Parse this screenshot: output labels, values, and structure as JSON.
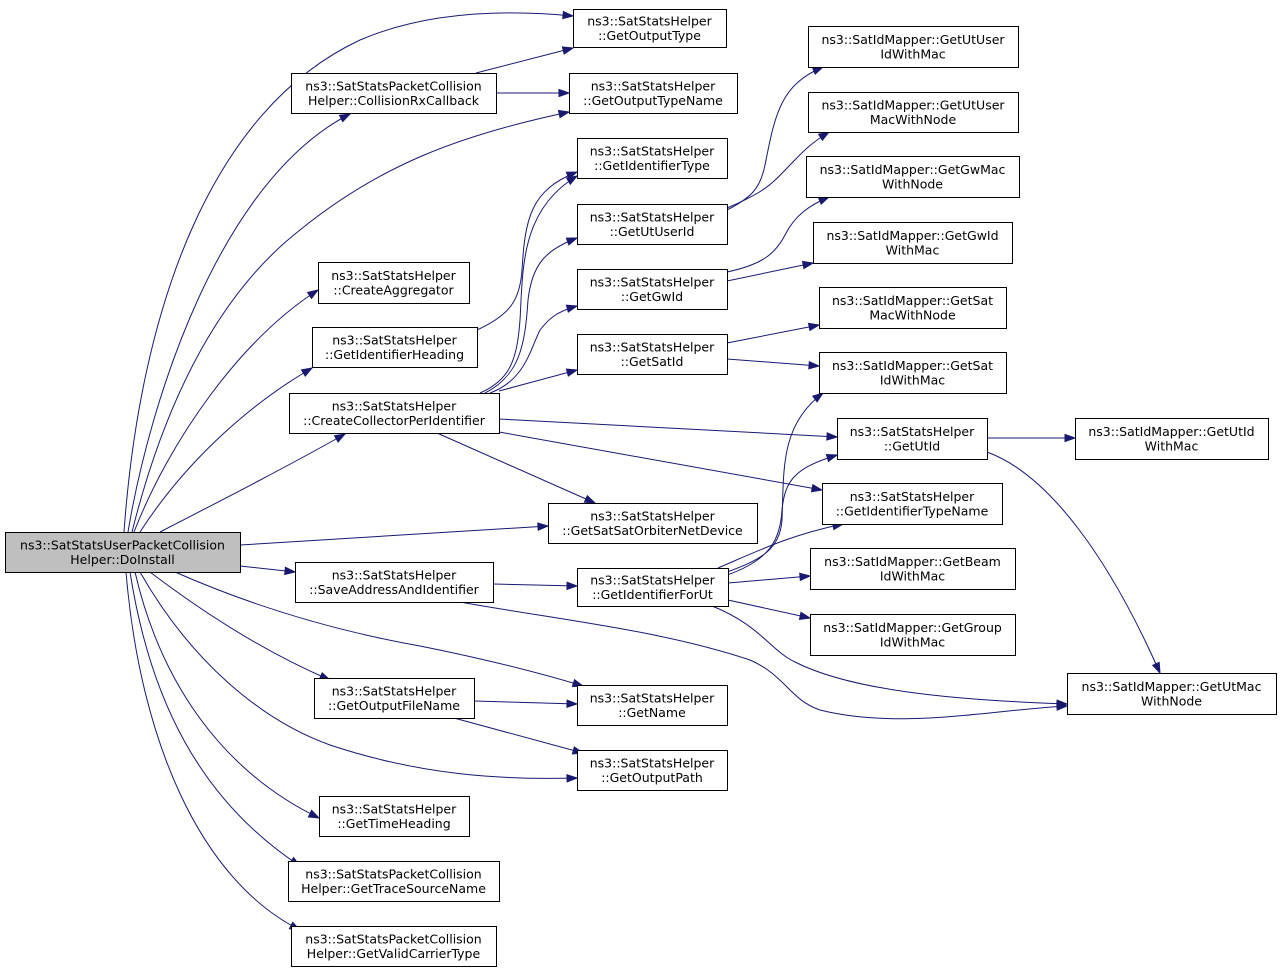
{
  "colors": {
    "edge": "#191970",
    "node_border": "#000000",
    "root_fill": "#bfbfbf",
    "node_fill": "#ffffff"
  },
  "nodes": [
    {
      "id": "root",
      "lines": [
        "ns3::SatStatsUserPacketCollision",
        "Helper::DoInstall"
      ]
    },
    {
      "id": "getOutputType",
      "lines": [
        "ns3::SatStatsHelper",
        "::GetOutputType"
      ]
    },
    {
      "id": "collisionRxCallback",
      "lines": [
        "ns3::SatStatsPacketCollision",
        "Helper::CollisionRxCallback"
      ]
    },
    {
      "id": "getOutputTypeName",
      "lines": [
        "ns3::SatStatsHelper",
        "::GetOutputTypeName"
      ]
    },
    {
      "id": "getIdentifierType",
      "lines": [
        "ns3::SatStatsHelper",
        "::GetIdentifierType"
      ]
    },
    {
      "id": "getUtUserId",
      "lines": [
        "ns3::SatStatsHelper",
        "::GetUtUserId"
      ]
    },
    {
      "id": "getGwId",
      "lines": [
        "ns3::SatStatsHelper",
        "::GetGwId"
      ]
    },
    {
      "id": "getSatId",
      "lines": [
        "ns3::SatStatsHelper",
        "::GetSatId"
      ]
    },
    {
      "id": "createAggregator",
      "lines": [
        "ns3::SatStatsHelper",
        "::CreateAggregator"
      ]
    },
    {
      "id": "getIdentifierHeading",
      "lines": [
        "ns3::SatStatsHelper",
        "::GetIdentifierHeading"
      ]
    },
    {
      "id": "createCollectorPerIdentifier",
      "lines": [
        "ns3::SatStatsHelper",
        "::CreateCollectorPerIdentifier"
      ]
    },
    {
      "id": "getSatSatOrbiterNetDevice",
      "lines": [
        "ns3::SatStatsHelper",
        "::GetSatSatOrbiterNetDevice"
      ]
    },
    {
      "id": "saveAddressAndIdentifier",
      "lines": [
        "ns3::SatStatsHelper",
        "::SaveAddressAndIdentifier"
      ]
    },
    {
      "id": "getIdentifierForUt",
      "lines": [
        "ns3::SatStatsHelper",
        "::GetIdentifierForUt"
      ]
    },
    {
      "id": "getOutputFileName",
      "lines": [
        "ns3::SatStatsHelper",
        "::GetOutputFileName"
      ]
    },
    {
      "id": "getName",
      "lines": [
        "ns3::SatStatsHelper",
        "::GetName"
      ]
    },
    {
      "id": "getOutputPath",
      "lines": [
        "ns3::SatStatsHelper",
        "::GetOutputPath"
      ]
    },
    {
      "id": "getTimeHeading",
      "lines": [
        "ns3::SatStatsHelper",
        "::GetTimeHeading"
      ]
    },
    {
      "id": "getTraceSourceName",
      "lines": [
        "ns3::SatStatsPacketCollision",
        "Helper::GetTraceSourceName"
      ]
    },
    {
      "id": "getValidCarrierType",
      "lines": [
        "ns3::SatStatsPacketCollision",
        "Helper::GetValidCarrierType"
      ]
    },
    {
      "id": "mapUtUserIdWithMac",
      "lines": [
        "ns3::SatIdMapper::GetUtUser",
        "IdWithMac"
      ]
    },
    {
      "id": "mapUtUserMacWithNode",
      "lines": [
        "ns3::SatIdMapper::GetUtUser",
        "MacWithNode"
      ]
    },
    {
      "id": "mapGwMacWithNode",
      "lines": [
        "ns3::SatIdMapper::GetGwMac",
        "WithNode"
      ]
    },
    {
      "id": "mapGwIdWithMac",
      "lines": [
        "ns3::SatIdMapper::GetGwId",
        "WithMac"
      ]
    },
    {
      "id": "mapSatMacWithNode",
      "lines": [
        "ns3::SatIdMapper::GetSat",
        "MacWithNode"
      ]
    },
    {
      "id": "mapSatIdWithMac",
      "lines": [
        "ns3::SatIdMapper::GetSat",
        "IdWithMac"
      ]
    },
    {
      "id": "getUtId",
      "lines": [
        "ns3::SatStatsHelper",
        "::GetUtId"
      ]
    },
    {
      "id": "getIdentifierTypeName",
      "lines": [
        "ns3::SatStatsHelper",
        "::GetIdentifierTypeName"
      ]
    },
    {
      "id": "mapBeamIdWithMac",
      "lines": [
        "ns3::SatIdMapper::GetBeam",
        "IdWithMac"
      ]
    },
    {
      "id": "mapGroupIdWithMac",
      "lines": [
        "ns3::SatIdMapper::GetGroup",
        "IdWithMac"
      ]
    },
    {
      "id": "mapUtIdWithMac",
      "lines": [
        "ns3::SatIdMapper::GetUtId",
        "WithMac"
      ]
    },
    {
      "id": "mapUtMacWithNode",
      "lines": [
        "ns3::SatIdMapper::GetUtMac",
        "WithNode"
      ]
    }
  ],
  "edges": [
    {
      "from": "root",
      "to": "getOutputType"
    },
    {
      "from": "root",
      "to": "collisionRxCallback"
    },
    {
      "from": "root",
      "to": "getOutputTypeName"
    },
    {
      "from": "root",
      "to": "createAggregator"
    },
    {
      "from": "root",
      "to": "getIdentifierHeading"
    },
    {
      "from": "root",
      "to": "createCollectorPerIdentifier"
    },
    {
      "from": "root",
      "to": "getSatSatOrbiterNetDevice"
    },
    {
      "from": "root",
      "to": "saveAddressAndIdentifier"
    },
    {
      "from": "root",
      "to": "getName"
    },
    {
      "from": "root",
      "to": "getOutputFileName"
    },
    {
      "from": "root",
      "to": "getOutputPath"
    },
    {
      "from": "root",
      "to": "getTimeHeading"
    },
    {
      "from": "root",
      "to": "getTraceSourceName"
    },
    {
      "from": "root",
      "to": "getValidCarrierType"
    },
    {
      "from": "collisionRxCallback",
      "to": "getOutputType"
    },
    {
      "from": "collisionRxCallback",
      "to": "getOutputTypeName"
    },
    {
      "from": "getIdentifierHeading",
      "to": "getIdentifierType"
    },
    {
      "from": "createCollectorPerIdentifier",
      "to": "getIdentifierType"
    },
    {
      "from": "createCollectorPerIdentifier",
      "to": "getUtUserId"
    },
    {
      "from": "createCollectorPerIdentifier",
      "to": "getGwId"
    },
    {
      "from": "createCollectorPerIdentifier",
      "to": "getSatId"
    },
    {
      "from": "createCollectorPerIdentifier",
      "to": "getUtId"
    },
    {
      "from": "createCollectorPerIdentifier",
      "to": "getIdentifierTypeName"
    },
    {
      "from": "createCollectorPerIdentifier",
      "to": "getSatSatOrbiterNetDevice"
    },
    {
      "from": "getUtUserId",
      "to": "mapUtUserIdWithMac"
    },
    {
      "from": "getUtUserId",
      "to": "mapUtUserMacWithNode"
    },
    {
      "from": "getGwId",
      "to": "mapGwMacWithNode"
    },
    {
      "from": "getGwId",
      "to": "mapGwIdWithMac"
    },
    {
      "from": "getSatId",
      "to": "mapSatMacWithNode"
    },
    {
      "from": "getSatId",
      "to": "mapSatIdWithMac"
    },
    {
      "from": "getUtId",
      "to": "mapUtIdWithMac"
    },
    {
      "from": "getUtId",
      "to": "mapUtMacWithNode"
    },
    {
      "from": "saveAddressAndIdentifier",
      "to": "getIdentifierForUt"
    },
    {
      "from": "saveAddressAndIdentifier",
      "to": "mapUtMacWithNode"
    },
    {
      "from": "getIdentifierForUt",
      "to": "getIdentifierTypeName"
    },
    {
      "from": "getIdentifierForUt",
      "to": "mapSatIdWithMac"
    },
    {
      "from": "getIdentifierForUt",
      "to": "getUtId"
    },
    {
      "from": "getIdentifierForUt",
      "to": "mapBeamIdWithMac"
    },
    {
      "from": "getIdentifierForUt",
      "to": "mapGroupIdWithMac"
    },
    {
      "from": "getIdentifierForUt",
      "to": "mapUtMacWithNode"
    },
    {
      "from": "getOutputFileName",
      "to": "getName"
    },
    {
      "from": "getOutputFileName",
      "to": "getOutputPath"
    }
  ]
}
